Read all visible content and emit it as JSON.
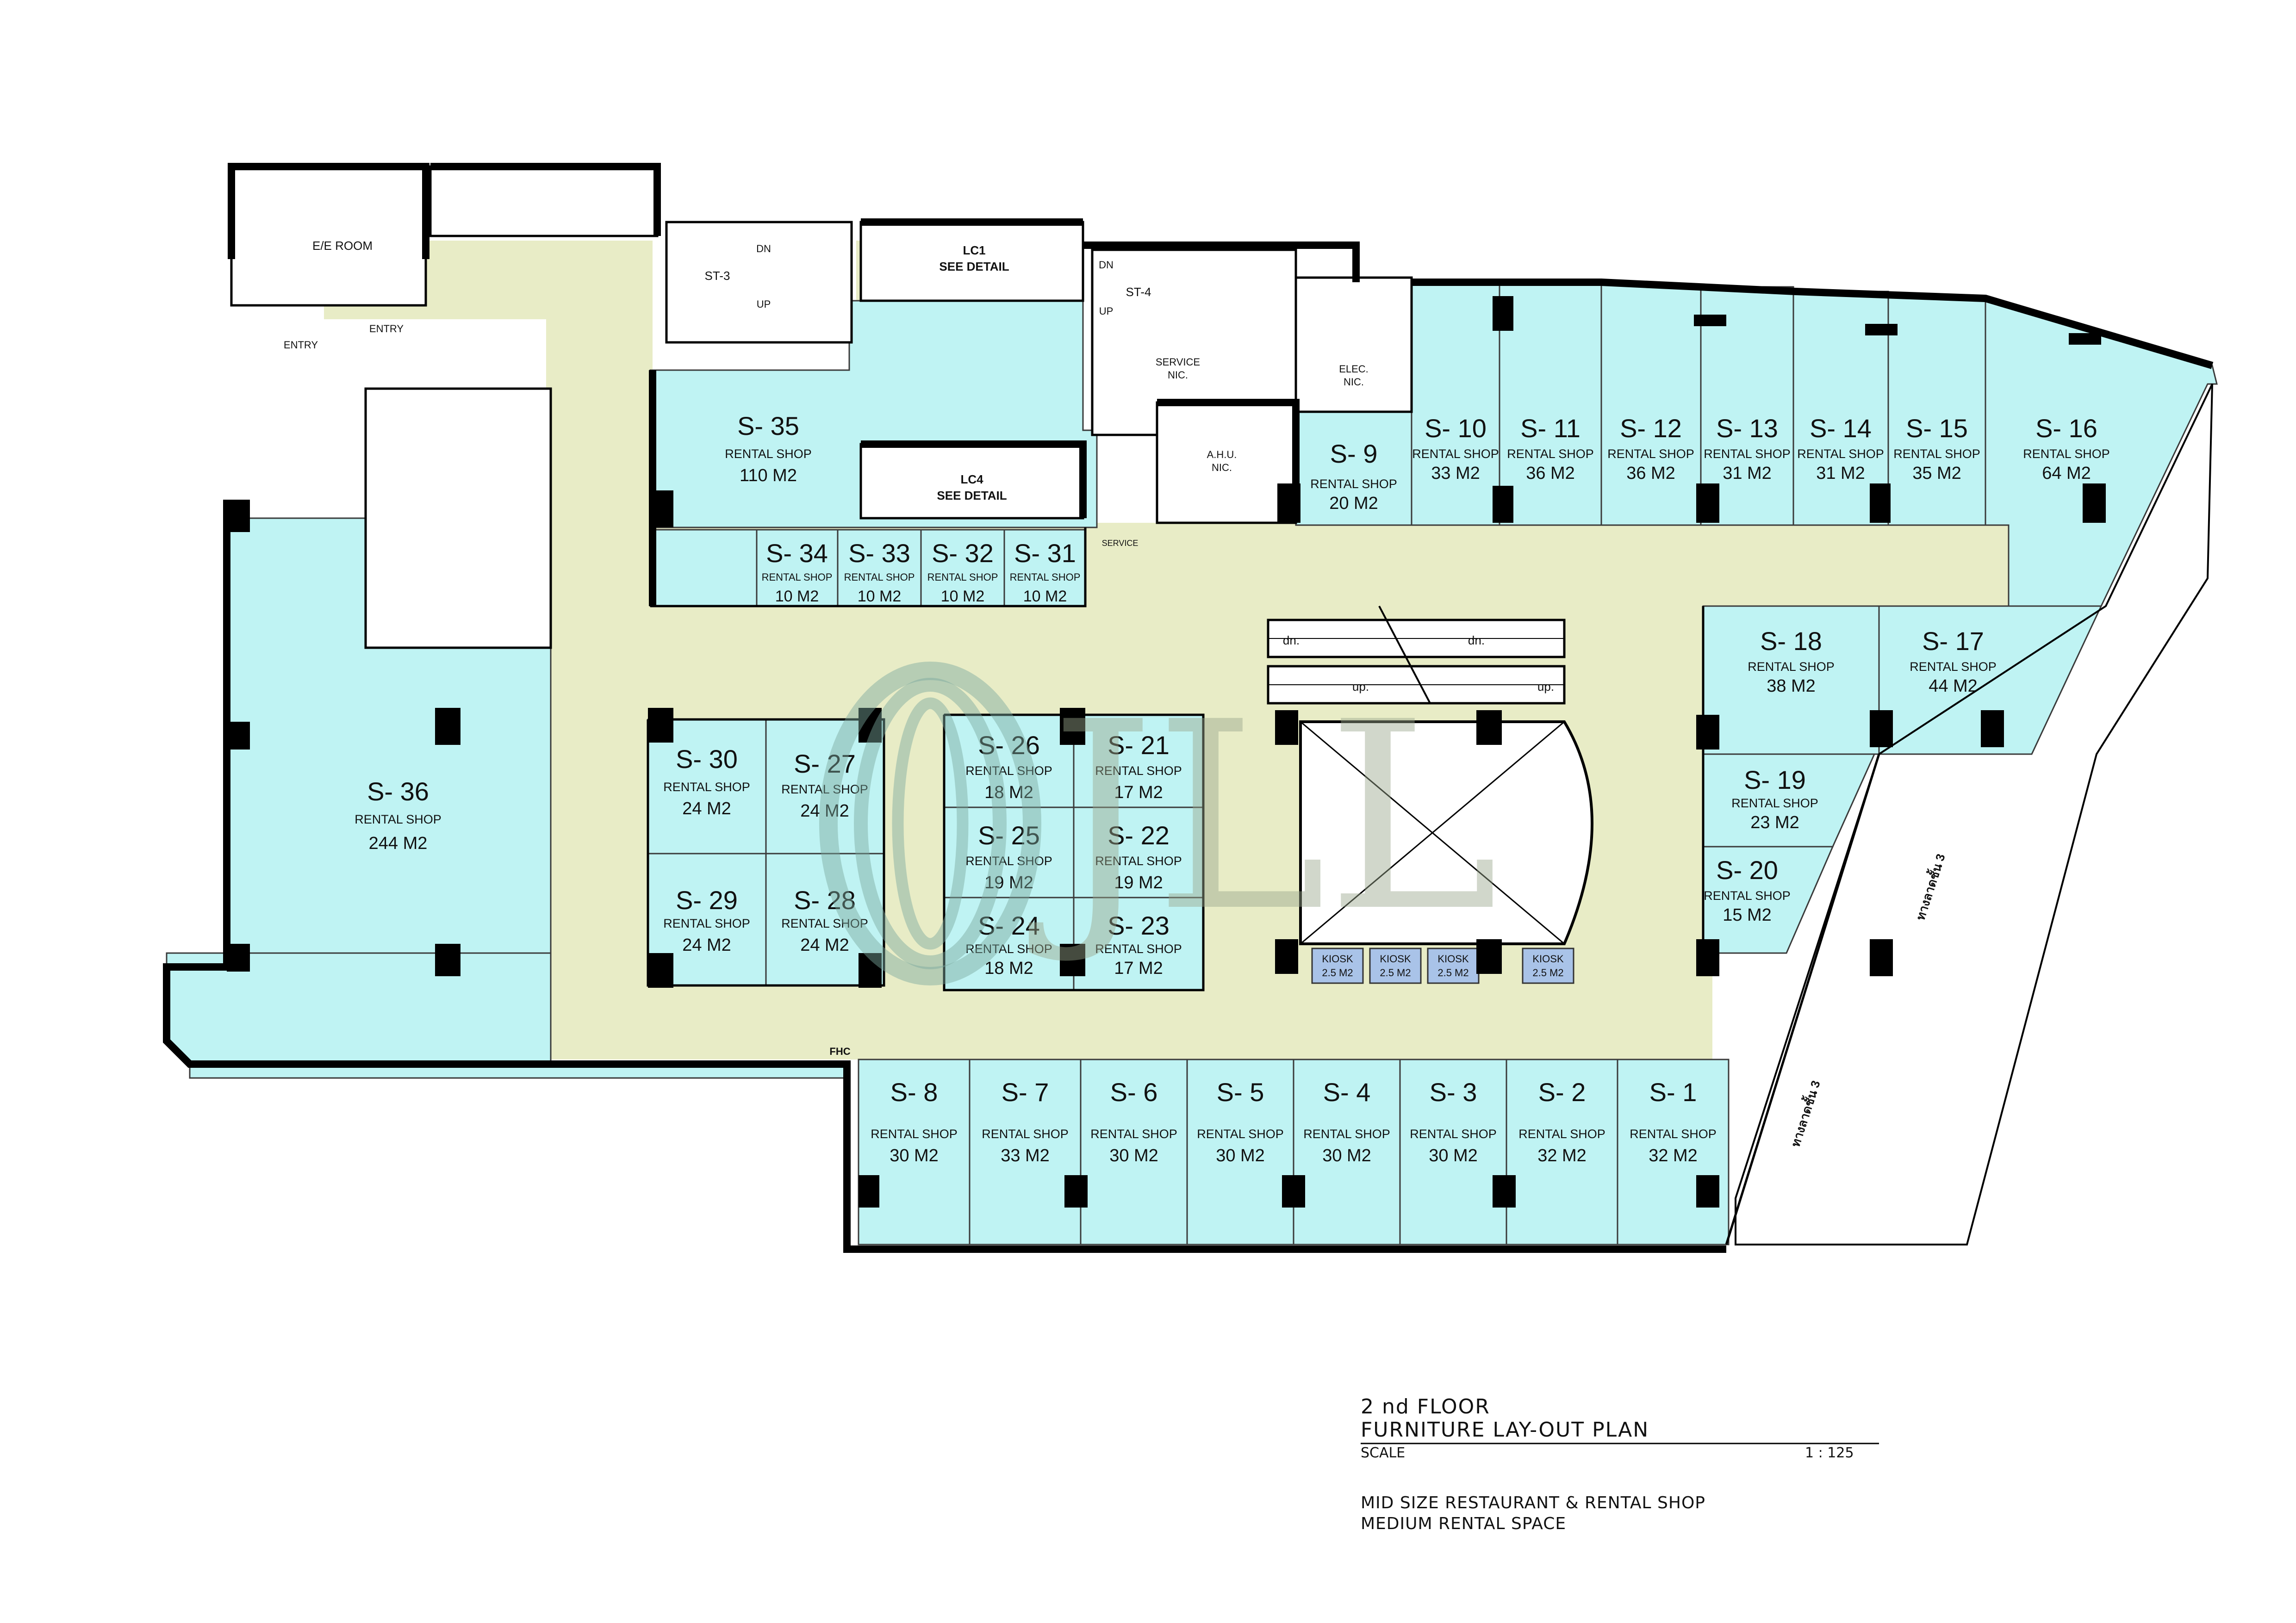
{
  "title": {
    "line1": "2 nd FLOOR",
    "line2": "FURNITURE LAY-OUT PLAN",
    "scale_label": "SCALE",
    "scale_value": "1 : 125"
  },
  "notes": {
    "line1": "MID SIZE RESTAURANT & RENTAL SHOP",
    "line2": "MEDIUM RENTAL SPACE"
  },
  "watermark": "JLL",
  "shop_type_label": "RENTAL SHOP",
  "shops": [
    {
      "code": "S- 1",
      "area": "32 M2"
    },
    {
      "code": "S- 2",
      "area": "32 M2"
    },
    {
      "code": "S- 3",
      "area": "30 M2"
    },
    {
      "code": "S- 4",
      "area": "30 M2"
    },
    {
      "code": "S- 5",
      "area": "30 M2"
    },
    {
      "code": "S- 6",
      "area": "30 M2"
    },
    {
      "code": "S- 7",
      "area": "33 M2"
    },
    {
      "code": "S- 8",
      "area": "30 M2"
    },
    {
      "code": "S- 9",
      "area": "20 M2"
    },
    {
      "code": "S- 10",
      "area": "33 M2"
    },
    {
      "code": "S- 11",
      "area": "36 M2"
    },
    {
      "code": "S- 12",
      "area": "36 M2"
    },
    {
      "code": "S- 13",
      "area": "31 M2"
    },
    {
      "code": "S- 14",
      "area": "31 M2"
    },
    {
      "code": "S- 15",
      "area": "35 M2"
    },
    {
      "code": "S- 16",
      "area": "64 M2"
    },
    {
      "code": "S- 17",
      "area": "44 M2"
    },
    {
      "code": "S- 18",
      "area": "38 M2"
    },
    {
      "code": "S- 19",
      "area": "23 M2"
    },
    {
      "code": "S- 20",
      "area": "15 M2"
    },
    {
      "code": "S- 21",
      "area": "17 M2"
    },
    {
      "code": "S- 22",
      "area": "19 M2"
    },
    {
      "code": "S- 23",
      "area": "17 M2"
    },
    {
      "code": "S- 24",
      "area": "18 M2"
    },
    {
      "code": "S- 25",
      "area": "19 M2"
    },
    {
      "code": "S- 26",
      "area": "18 M2"
    },
    {
      "code": "S- 27",
      "area": "24 M2"
    },
    {
      "code": "S- 28",
      "area": "24 M2"
    },
    {
      "code": "S- 29",
      "area": "24 M2"
    },
    {
      "code": "S- 30",
      "area": "24 M2"
    },
    {
      "code": "S- 31",
      "area": "10 M2"
    },
    {
      "code": "S- 32",
      "area": "10 M2"
    },
    {
      "code": "S- 33",
      "area": "10 M2"
    },
    {
      "code": "S- 34",
      "area": "10 M2"
    },
    {
      "code": "S- 35",
      "area": "110 M2"
    },
    {
      "code": "S- 36",
      "area": "244 M2"
    }
  ],
  "kiosks": [
    {
      "label": "KIOSK",
      "area": "2.5 M2"
    },
    {
      "label": "KIOSK",
      "area": "2.5 M2"
    },
    {
      "label": "KIOSK",
      "area": "2.5 M2"
    },
    {
      "label": "KIOSK",
      "area": "2.5 M2"
    }
  ],
  "rooms": {
    "ee_room": "E/E ROOM",
    "entry_1": "ENTRY",
    "entry_2": "ENTRY",
    "st3": "ST-3",
    "st4": "ST-4",
    "dn_1": "DN",
    "up_1": "UP",
    "dn_2": "DN",
    "up_2": "UP",
    "lc1_a": "LC1",
    "lc1_b": "SEE DETAIL",
    "lc4_a": "LC4",
    "lc4_b": "SEE DETAIL",
    "service_nic_a": "SERVICE",
    "service_nic_b": "NIC.",
    "elec_nic_a": "ELEC.",
    "elec_nic_b": "NIC.",
    "ahu_nic_a": "A.H.U.",
    "ahu_nic_b": "NIC.",
    "service": "SERVICE",
    "fhc": "FHC",
    "esc_dn": "dn.",
    "esc_up": "up.",
    "ramp_1": "ทางลาดชั้น 3",
    "ramp_2": "ทางลาดชั้น 3"
  }
}
